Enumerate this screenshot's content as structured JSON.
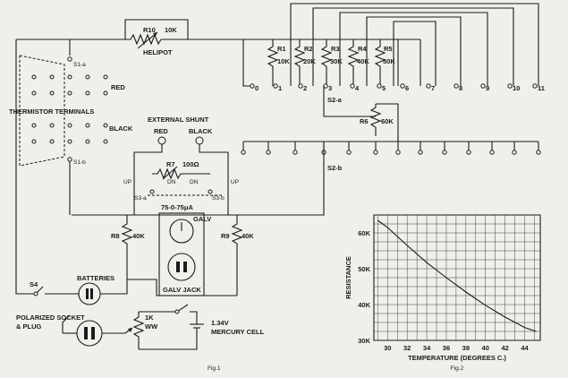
{
  "circuit": {
    "r10": "R10",
    "r10_value": "10K",
    "helipot": "HELIPOT",
    "resistors": [
      {
        "name": "R1",
        "value": "10K"
      },
      {
        "name": "R2",
        "value": "20K"
      },
      {
        "name": "R3",
        "value": "30K"
      },
      {
        "name": "R4",
        "value": "40K"
      },
      {
        "name": "R5",
        "value": "50K"
      }
    ],
    "switch_positions": [
      "0",
      "1",
      "2",
      "3",
      "4",
      "5",
      "6",
      "7",
      "8",
      "9",
      "10",
      "11"
    ],
    "s1a": "S1-a",
    "s1b": "S1-b",
    "s2a": "S2-a",
    "s2b": "S2-b",
    "s3a": "S3-a",
    "s3b": "S3-b",
    "s4": "S4",
    "thermistor_terminals": "THERMISTOR TERMINALS",
    "red": "RED",
    "black": "BLACK",
    "external_shunt": "EXTERNAL SHUNT",
    "shunt_red": "RED",
    "shunt_black": "BLACK",
    "r6": "R6",
    "r6_value": "60K",
    "r7": "R7",
    "r7_value": "100Ω",
    "up_left": "UP",
    "dn_left": "DN",
    "up_right": "UP",
    "dn_right": "DN",
    "meter": "75-0-75μA",
    "galv": "GALV",
    "galv_jack": "GALV JACK",
    "r8": "R8",
    "r8_value": "40K",
    "r9": "R9",
    "r9_value": "40K",
    "batteries": "BATTERIES",
    "polarized_line1": "POLARIZED SOCKET",
    "polarized_line2": "& PLUG",
    "pot_value": "1K",
    "pot_type": "WW",
    "cell_voltage": "1.34V",
    "cell_type": "MERCURY CELL",
    "fig1": "Fig.1"
  },
  "chart_data": {
    "type": "line",
    "title": "",
    "xlabel": "TEMPERATURE (DEGREES C.)",
    "ylabel": "RESISTANCE",
    "x_ticks": [
      30,
      32,
      34,
      36,
      38,
      40,
      42,
      44
    ],
    "y_ticks": [
      "30K",
      "40K",
      "50K",
      "60K"
    ],
    "y_tick_values": [
      30,
      40,
      50,
      60
    ],
    "xlim": [
      28.6,
      45.6
    ],
    "ylim": [
      30,
      65
    ],
    "grid": true,
    "series": [
      {
        "x": [
          29,
          30,
          32,
          34,
          36,
          38,
          40,
          42,
          44,
          45.2
        ],
        "y": [
          63.5,
          61.5,
          56.5,
          51.7,
          47.5,
          43.5,
          39.8,
          36.5,
          33.6,
          32.5
        ]
      }
    ],
    "caption": "Fig.2"
  }
}
